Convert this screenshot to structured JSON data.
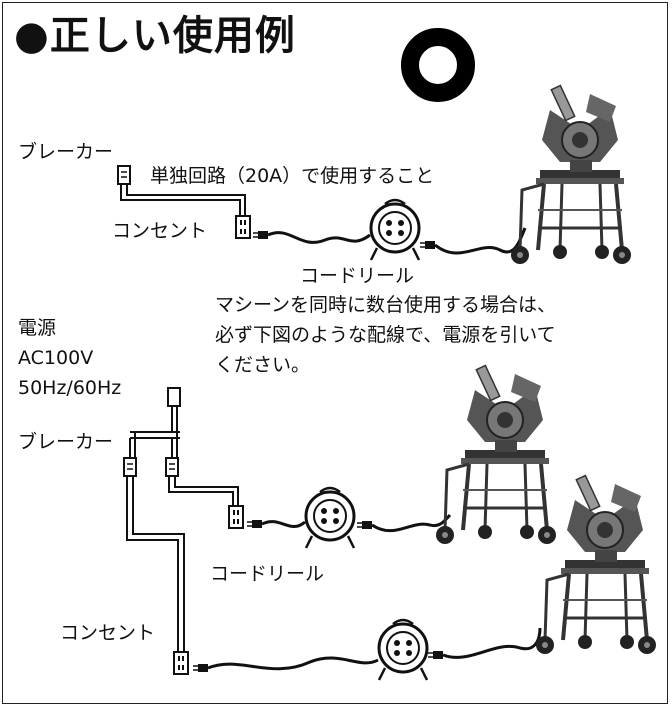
{
  "title": "●正しい使用例",
  "mark": "circle-correct-mark",
  "top_setup": {
    "breaker_label": "ブレーカー",
    "circuit_label": "単独回路（20A）で使用すること",
    "outlet_label": "コンセント",
    "reel_label": "コードリール"
  },
  "notice": {
    "line1": "マシーンを同時に数台使用する場合は、",
    "line2": "必ず下図のような配線で、電源を引いて",
    "line3": "ください。"
  },
  "power": {
    "line1": "電源",
    "line2": "AC100V",
    "line3": "50Hz/60Hz"
  },
  "bottom_setup": {
    "breaker_label": "ブレーカー",
    "reel_label": "コードリール",
    "outlet_label": "コンセント"
  },
  "colors": {
    "line": "#111111",
    "machine_body": "#555555",
    "machine_frame": "#333333"
  }
}
